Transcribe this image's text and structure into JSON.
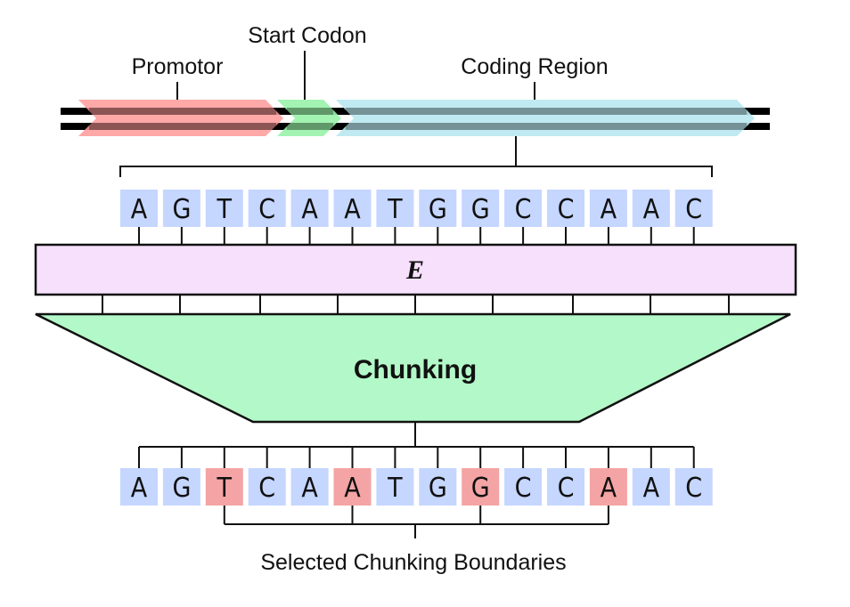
{
  "labels": {
    "promotor": "Promotor",
    "start_codon": "Start Codon",
    "coding_region": "Coding Region",
    "encoder": "E",
    "chunking": "Chunking",
    "selected_boundaries": "Selected Chunking Boundaries"
  },
  "gene_regions": [
    {
      "name": "Promotor",
      "color": "#ff9999"
    },
    {
      "name": "Start Codon",
      "color": "#99f2aa"
    },
    {
      "name": "Coding Region",
      "color": "#b9e8ef"
    }
  ],
  "sequence": [
    "A",
    "G",
    "T",
    "C",
    "A",
    "A",
    "T",
    "G",
    "G",
    "C",
    "C",
    "A",
    "A",
    "C"
  ],
  "selected_boundary_indices": [
    2,
    5,
    8,
    11
  ],
  "colors": {
    "nucleotide_box": "#c5d6ff",
    "boundary_box": "#f4a4a4",
    "encoder_fill": "#f6e0fc",
    "chunking_fill": "#b3f8c8",
    "line": "#111111"
  }
}
